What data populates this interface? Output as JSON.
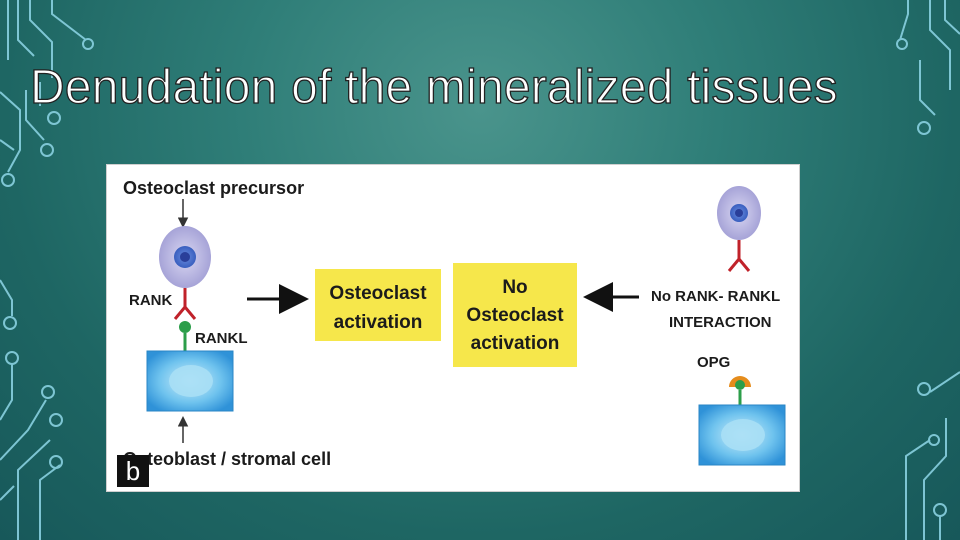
{
  "slide": {
    "title": "Denudation of the mineralized tissues"
  },
  "figure": {
    "panel_label": "b",
    "labels": {
      "osteoclast_precursor": "Osteoclast precursor",
      "rank": "RANK",
      "rankl": "RANKL",
      "osteoblast_stromal": "Osteoblast / stromal cell",
      "activation_line1": "Osteoclast",
      "activation_line2": "activation",
      "no_activation_line1": "No",
      "no_activation_line2": "Osteoclast",
      "no_activation_line3": "activation",
      "no_interaction_line1": "No RANK- RANKL",
      "no_interaction_line2": "INTERACTION",
      "opg": "OPG"
    },
    "colors": {
      "box_fill": "#f6e74b",
      "cell_purple": "#a9a6d8",
      "nucleus_blue": "#3d66c8",
      "rank_red": "#c0222a",
      "rankl_green": "#2c9e4a",
      "osteoblast_blue": "#3d9fe0",
      "opg_orange": "#e58c1c"
    }
  }
}
